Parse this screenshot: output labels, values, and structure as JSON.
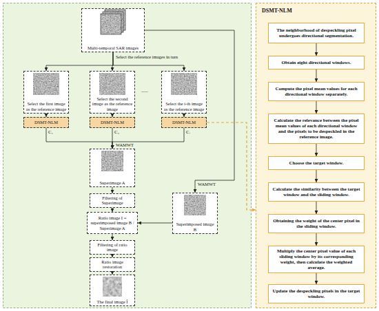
{
  "diagram": {
    "nodes": [
      {
        "text": [
          "Multi-temporal SAR images"
        ]
      },
      {
        "text": [
          "Select the first image as the reference image"
        ]
      },
      {
        "text": [
          "Select the second image as the reference image"
        ]
      },
      {
        "text": [
          "Select the i-th image as the reference image"
        ]
      },
      {
        "text": [
          "DSMT-NLM"
        ]
      },
      {
        "text": [
          "DSMT-NLM"
        ]
      },
      {
        "text": [
          "DSMT-NLM"
        ]
      },
      {
        "text": [
          "Superimage A"
        ]
      },
      {
        "text": [
          "Superimposed image B"
        ]
      },
      {
        "text": [
          "Filtering of Superimage"
        ]
      },
      {
        "text": [
          "Ratio image I = superimposed image B / Superimage A"
        ]
      },
      {
        "text": [
          "Filtering of ratio image"
        ]
      },
      {
        "text": [
          "Ratio image restoration"
        ]
      },
      {
        "text": [
          "The final image Î"
        ]
      },
      {
        "text": [
          "DSMT-NLM"
        ]
      },
      {
        "text": [
          "The neighborhood of despeckling pixel undergoes directional segmentation."
        ],
        "in": 14
      },
      {
        "text": [
          "Obtain eight directional windows."
        ],
        "in": 14
      },
      {
        "text": [
          "Compute the pixel mean values for each directional window separately."
        ],
        "in": 14
      },
      {
        "text": [
          "Calculate the relevance between the pixel mean values of each directional window and the pixels to be despeckled in the reference image."
        ],
        "in": 14
      },
      {
        "text": [
          "Choose the target window."
        ],
        "in": 14
      },
      {
        "text": [
          "Calculate the similarity between the target window and the sliding window."
        ],
        "in": 14
      },
      {
        "text": [
          "Obtaining the weight of the center pixel in the sliding window."
        ],
        "in": 14
      },
      {
        "text": [
          "Multiply the center pixel value of each sliding window by its corresponding weight, then calculate the weighted average."
        ],
        "in": 14
      },
      {
        "text": [
          "Update the despeckling pixels in the target window."
        ],
        "in": 14
      }
    ],
    "edges": [
      {
        "from": 0,
        "to": 1,
        "arrow": "to"
      },
      {
        "from": 0,
        "to": 2,
        "arrow": "to"
      },
      {
        "from": 0,
        "to": 3,
        "arrow": "to"
      },
      {
        "from": 1,
        "to": 4,
        "arrow": "to"
      },
      {
        "from": 2,
        "to": 5,
        "arrow": "to"
      },
      {
        "from": 3,
        "to": 6,
        "arrow": "to"
      },
      {
        "from": 4,
        "to": 7,
        "label": "C₁",
        "arrow": "to"
      },
      {
        "from": 5,
        "to": 7,
        "label": "C₂",
        "arrow": "to"
      },
      {
        "from": 6,
        "to": 7,
        "label": "Cᵢ",
        "arrow": "to"
      },
      {
        "from": 0,
        "to": 8,
        "arrow": "to"
      },
      {
        "from": 7,
        "to": 9,
        "arrow": "to"
      },
      {
        "from": 9,
        "to": 10,
        "arrow": "to"
      },
      {
        "from": 8,
        "to": 10,
        "arrow": "to"
      },
      {
        "from": 10,
        "to": 11,
        "arrow": "to"
      },
      {
        "from": 11,
        "to": 12,
        "arrow": "to"
      },
      {
        "from": 12,
        "to": 13,
        "arrow": "to"
      },
      {
        "from": 6,
        "to": 14,
        "arrow": "to"
      },
      {
        "from": 15,
        "to": 16,
        "arrow": "to"
      },
      {
        "from": 16,
        "to": 17,
        "arrow": "to"
      },
      {
        "from": 17,
        "to": 18,
        "arrow": "to"
      },
      {
        "from": 18,
        "to": 19,
        "arrow": "to"
      },
      {
        "from": 19,
        "to": 20,
        "arrow": "to"
      },
      {
        "from": 20,
        "to": 21,
        "arrow": "to"
      },
      {
        "from": 21,
        "to": 22,
        "arrow": "to"
      },
      {
        "from": 22,
        "to": 23,
        "arrow": "to"
      }
    ],
    "labels": [
      "Select the reference images in turn",
      "......",
      "WAMWT",
      "WAMWT"
    ]
  }
}
